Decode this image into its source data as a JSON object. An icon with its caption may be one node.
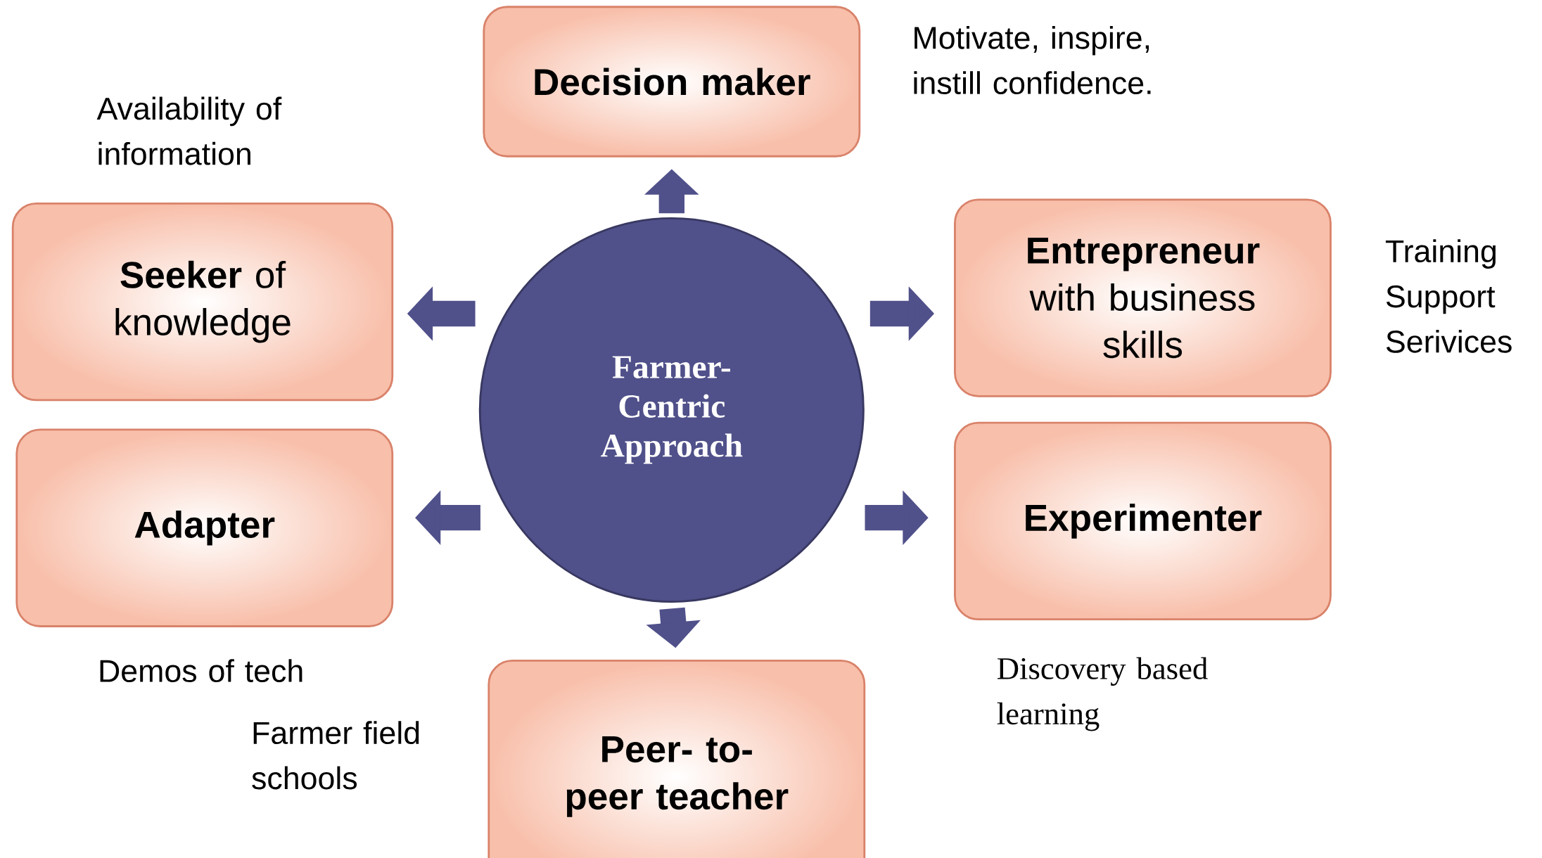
{
  "diagram": {
    "nodes": [
      {
        "text": [
          "Farmer-Centric Approach"
        ]
      },
      {
        "text": [
          "Decision maker"
        ],
        "beside": [
          "Motivate, inspire, instill confidence."
        ]
      },
      {
        "text": [
          "**Seeker** of knowledge"
        ],
        "beside": [
          "Availability of information"
        ]
      },
      {
        "text": [
          "**Entrepreneur** with business skills"
        ],
        "beside": [
          "Training Support Serivices"
        ]
      },
      {
        "text": [
          "Adapter"
        ],
        "beside": [
          "Demos of tech"
        ]
      },
      {
        "text": [
          "Experimenter"
        ],
        "beside": [
          "Discovery based learning"
        ]
      },
      {
        "text": [
          "Peer- to-peer teacher"
        ],
        "beside": [
          "Farmer field schools"
        ]
      }
    ],
    "edges": [
      {
        "from": 0,
        "to": 1,
        "arrow": "to"
      },
      {
        "from": 0,
        "to": 2,
        "arrow": "to"
      },
      {
        "from": 0,
        "to": 3,
        "arrow": "to"
      },
      {
        "from": 0,
        "to": 4,
        "arrow": "to"
      },
      {
        "from": 0,
        "to": 5,
        "arrow": "to"
      },
      {
        "from": 0,
        "to": 6,
        "arrow": "to"
      }
    ]
  }
}
